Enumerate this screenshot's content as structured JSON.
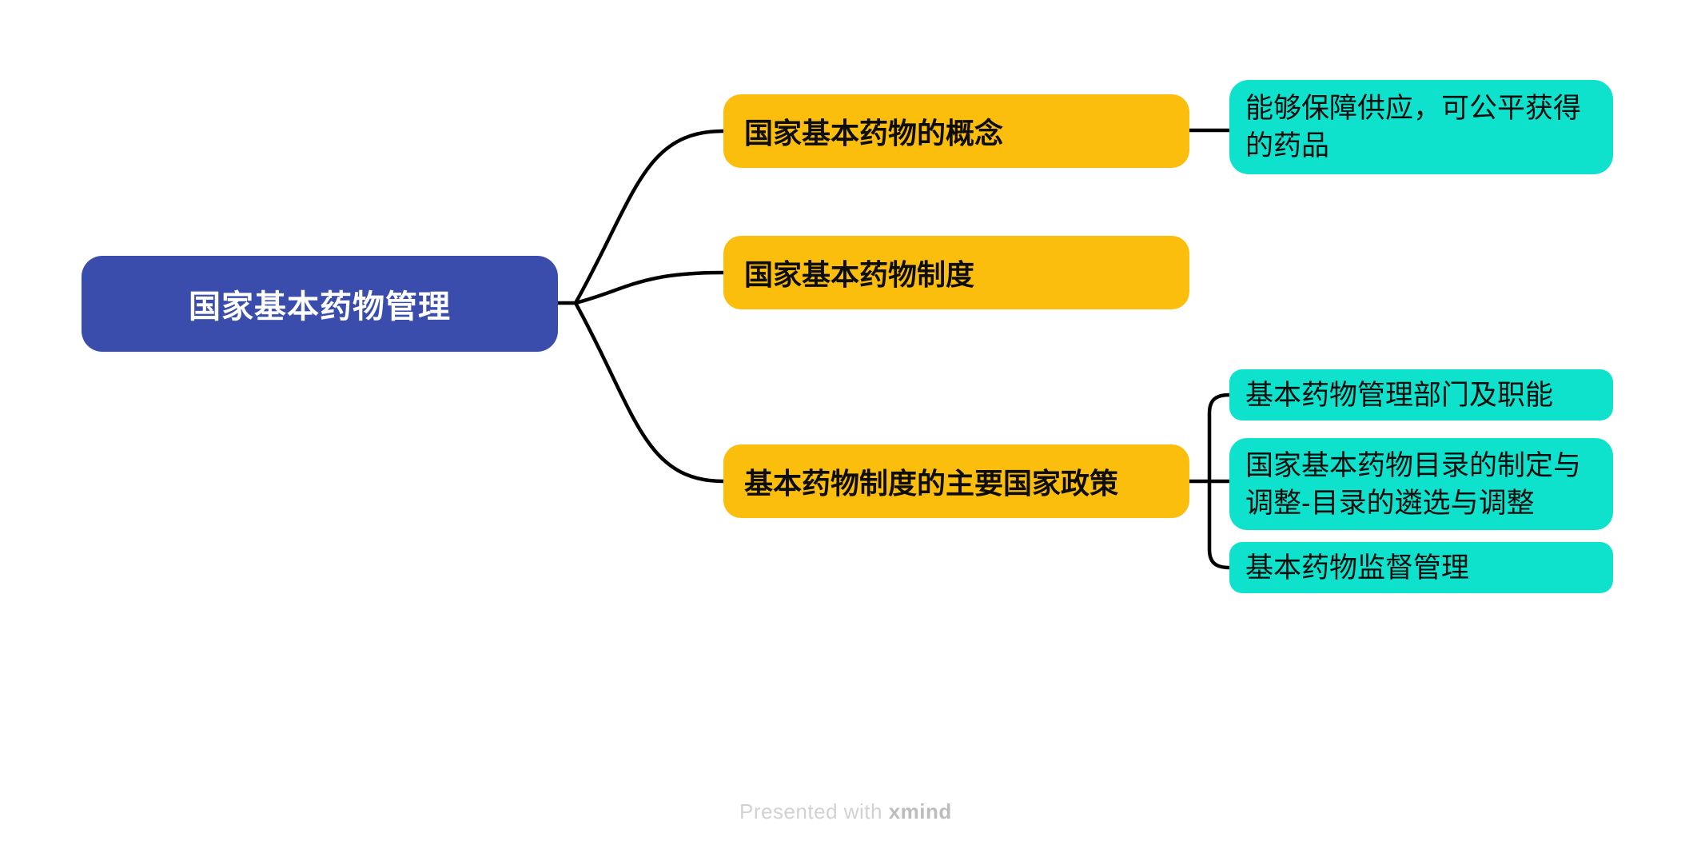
{
  "root": {
    "label": "国家基本药物管理"
  },
  "branches": [
    {
      "label": "国家基本药物的概念",
      "children": [
        {
          "label": "能够保障供应，可公平获得的药品"
        }
      ]
    },
    {
      "label": "国家基本药物制度",
      "children": []
    },
    {
      "label": "基本药物制度的主要国家政策",
      "children": [
        {
          "label": "基本药物管理部门及职能"
        },
        {
          "label": "国家基本药物目录的制定与调整-目录的遴选与调整"
        },
        {
          "label": "基本药物监督管理"
        }
      ]
    }
  ],
  "footer": {
    "prefix": "Presented with ",
    "brand": "xmind"
  },
  "colors": {
    "canvas_bg": "#ffffff",
    "root_bg": "#3b4dac",
    "root_text": "#ffffff",
    "branch_bg": "#fcbe0d",
    "leaf_bg": "#0ee2cc",
    "node_text": "#0d0d0d",
    "line": "#000000",
    "footer_text": "#d2d2d2",
    "footer_brand": "#bdbdbd"
  }
}
